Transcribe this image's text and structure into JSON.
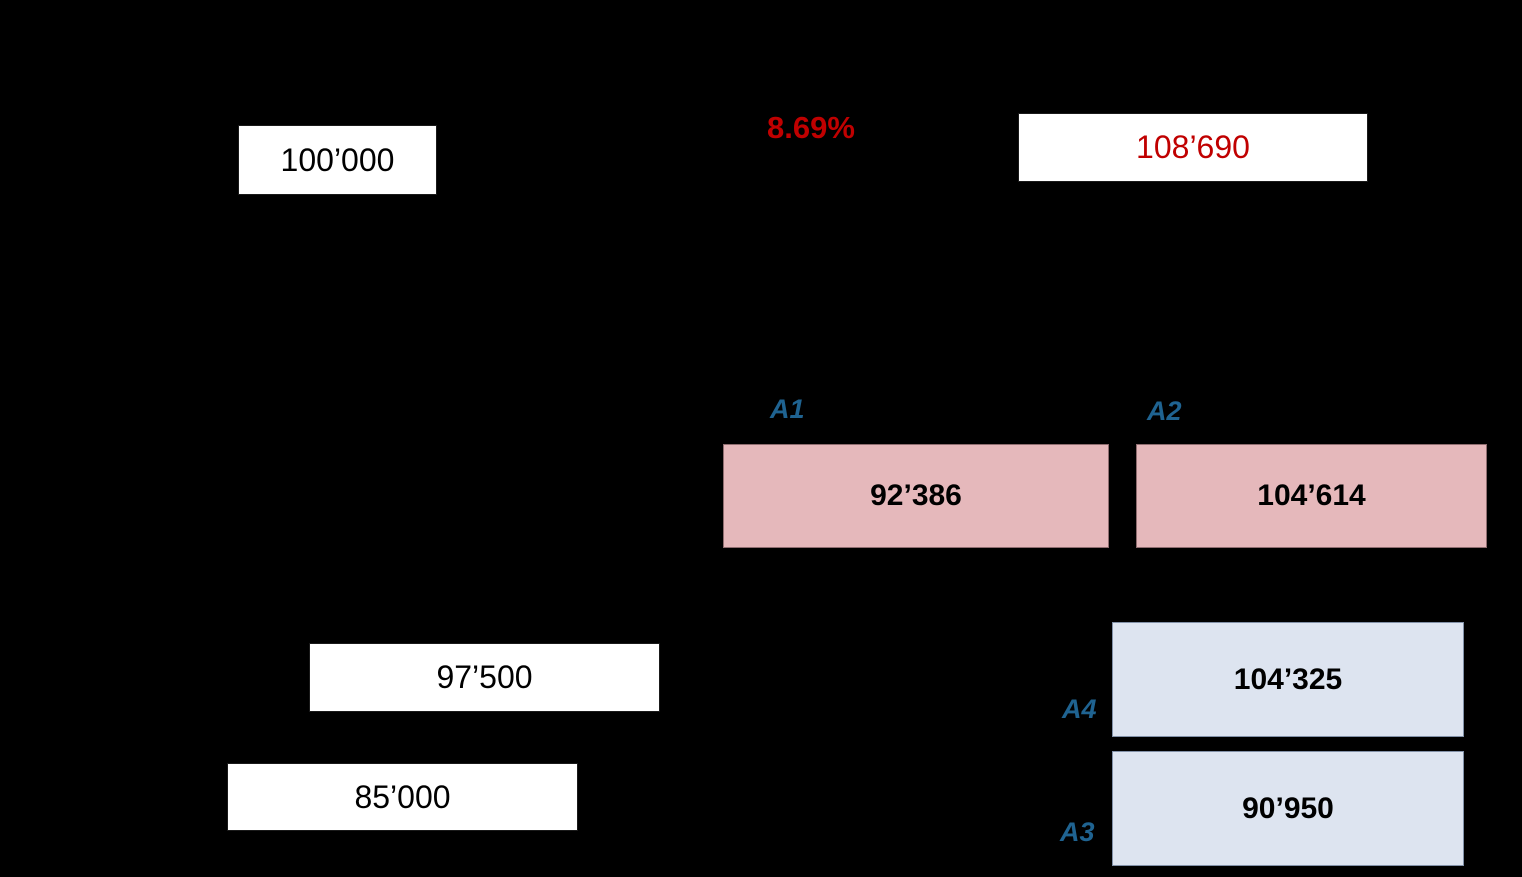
{
  "diagram": {
    "background": "#000000",
    "growth_rate": "8.69%",
    "nodes": {
      "initial": {
        "value": "100’000"
      },
      "result": {
        "value": "108’690"
      },
      "a1": {
        "label": "A1",
        "value": "92’386"
      },
      "a2": {
        "label": "A2",
        "value": "104’614"
      },
      "a4": {
        "label": "A4",
        "value": "104’325"
      },
      "a3": {
        "label": "A3",
        "value": "90’950"
      },
      "mid_white": {
        "value": "97’500"
      },
      "low_white": {
        "value": "85’000"
      }
    },
    "colors": {
      "red_text": "#C00000",
      "label_blue": "#1F6391",
      "pink_fill": "#E5B8BB",
      "pink_border": "#8F6D70",
      "light_blue_fill": "#DDE4F0",
      "light_blue_border": "#8291A8",
      "white_box_fill": "#FFFFFF",
      "value_text": "#000000"
    }
  }
}
